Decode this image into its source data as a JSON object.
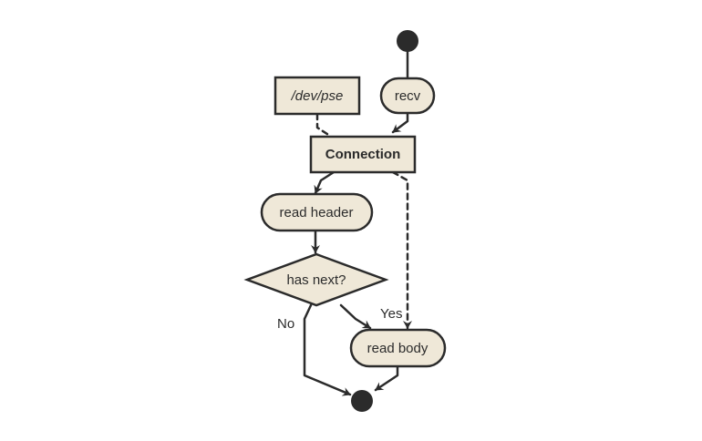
{
  "diagram": {
    "nodes": {
      "dev_pse": "/dev/pse",
      "recv": "recv",
      "connection": "Connection",
      "read_header": "read header",
      "has_next": "has next?",
      "read_body": "read body"
    },
    "edge_labels": {
      "yes": "Yes",
      "no": "No"
    }
  }
}
